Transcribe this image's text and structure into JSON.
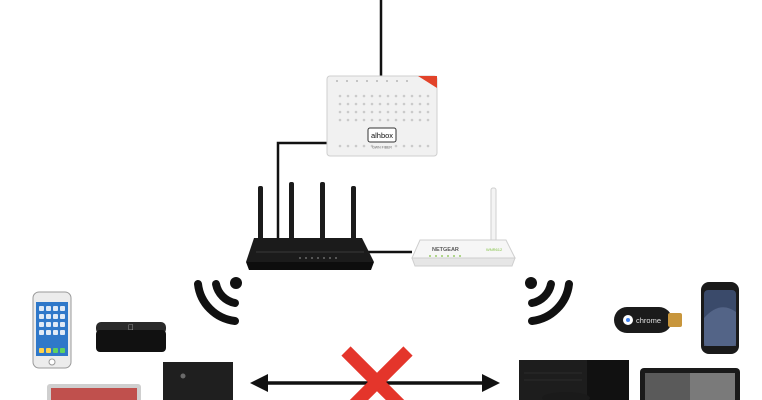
{
  "modem": {
    "brand_label": "alhbox",
    "model_label": "GWN FIBER"
  },
  "router_secondary": {
    "brand_label": "NETGEAR",
    "model_label": "WNR612"
  },
  "streamer": {
    "label": "chrome"
  },
  "colors": {
    "background": "#ffffff",
    "cable": "#111111",
    "modem_body": "#f1f1f1",
    "modem_accent": "#e2432a",
    "device_dark": "#1b1b1b",
    "netgear_green": "#7fbf3f",
    "cross_red": "#e4352b",
    "wifi_wave": "#111111"
  }
}
